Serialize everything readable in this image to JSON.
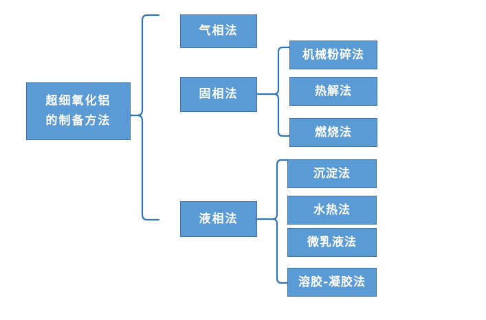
{
  "diagram": {
    "title": "超细氧化铝的制备方法",
    "type": "tree-bracket-diagram",
    "colors": {
      "node_fill": "#5B9BD5",
      "node_border": "#41719C",
      "node_text": "#FFFFFF",
      "connector_stroke": "#2E75B6",
      "background": "#FFFFFF"
    },
    "root": {
      "id": "root",
      "label": "超细氧化铝的制备方法",
      "line1": "超细氧化铝",
      "line2": "的制备方法"
    },
    "branches": [
      {
        "id": "gas-phase",
        "label": "气相法",
        "children": []
      },
      {
        "id": "solid-phase",
        "label": "固相法",
        "children": [
          {
            "id": "mechanical-pulverization",
            "label": "机械粉碎法"
          },
          {
            "id": "pyrolysis",
            "label": "热解法"
          },
          {
            "id": "combustion",
            "label": "燃烧法"
          }
        ]
      },
      {
        "id": "liquid-phase",
        "label": "液相法",
        "children": [
          {
            "id": "precipitation",
            "label": "沉淀法"
          },
          {
            "id": "hydrothermal",
            "label": "水热法"
          },
          {
            "id": "microemulsion",
            "label": "微乳液法"
          },
          {
            "id": "sol-gel",
            "label": "溶胶-凝胶法"
          }
        ]
      }
    ]
  }
}
